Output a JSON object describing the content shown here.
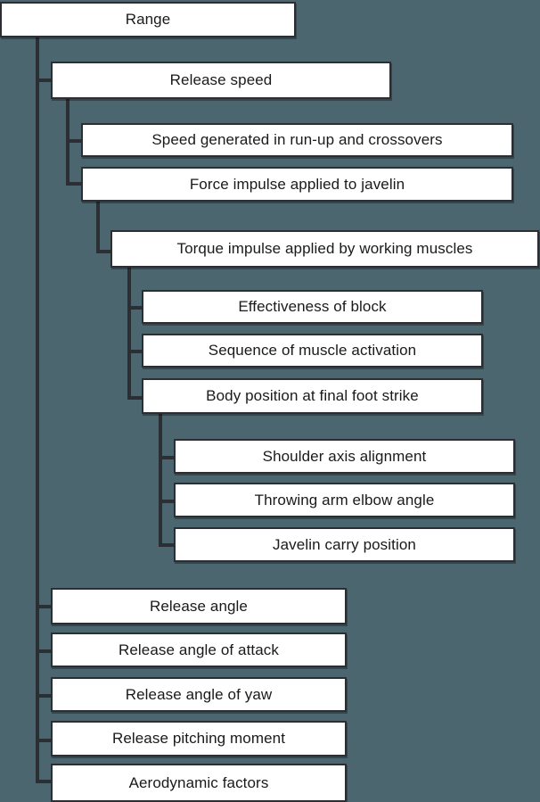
{
  "diagram": {
    "title": "Range",
    "type": "hierarchical-deterministic-model",
    "background_color": "#4c666f",
    "box_fill_color": "#ffffff",
    "line_color": "#2b2f33",
    "nodes": [
      {
        "id": "range",
        "label": "Range",
        "level": 0
      },
      {
        "id": "rel_speed",
        "label": "Release speed",
        "level": 1
      },
      {
        "id": "speed_runup",
        "label": "Speed generated in run-up and crossovers",
        "level": 2
      },
      {
        "id": "force_imp",
        "label": "Force impulse applied to javelin",
        "level": 2
      },
      {
        "id": "torque_imp",
        "label": "Torque impulse applied by working muscles",
        "level": 3
      },
      {
        "id": "eff_block",
        "label": "Effectiveness of block",
        "level": 4
      },
      {
        "id": "seq_muscle",
        "label": "Sequence of muscle activation",
        "level": 4
      },
      {
        "id": "body_pos",
        "label": "Body position at final foot strike",
        "level": 4
      },
      {
        "id": "shoulder",
        "label": "Shoulder axis alignment",
        "level": 5
      },
      {
        "id": "elbow",
        "label": "Throwing arm elbow angle",
        "level": 5
      },
      {
        "id": "javelin",
        "label": "Javelin carry position",
        "level": 5
      },
      {
        "id": "rel_angle",
        "label": "Release angle",
        "level": 1
      },
      {
        "id": "rel_attack",
        "label": "Release angle of attack",
        "level": 1
      },
      {
        "id": "rel_yaw",
        "label": "Release angle of yaw",
        "level": 1
      },
      {
        "id": "rel_pitch",
        "label": "Release pitching moment",
        "level": 1
      },
      {
        "id": "aero",
        "label": "Aerodynamic factors",
        "level": 1
      }
    ]
  }
}
